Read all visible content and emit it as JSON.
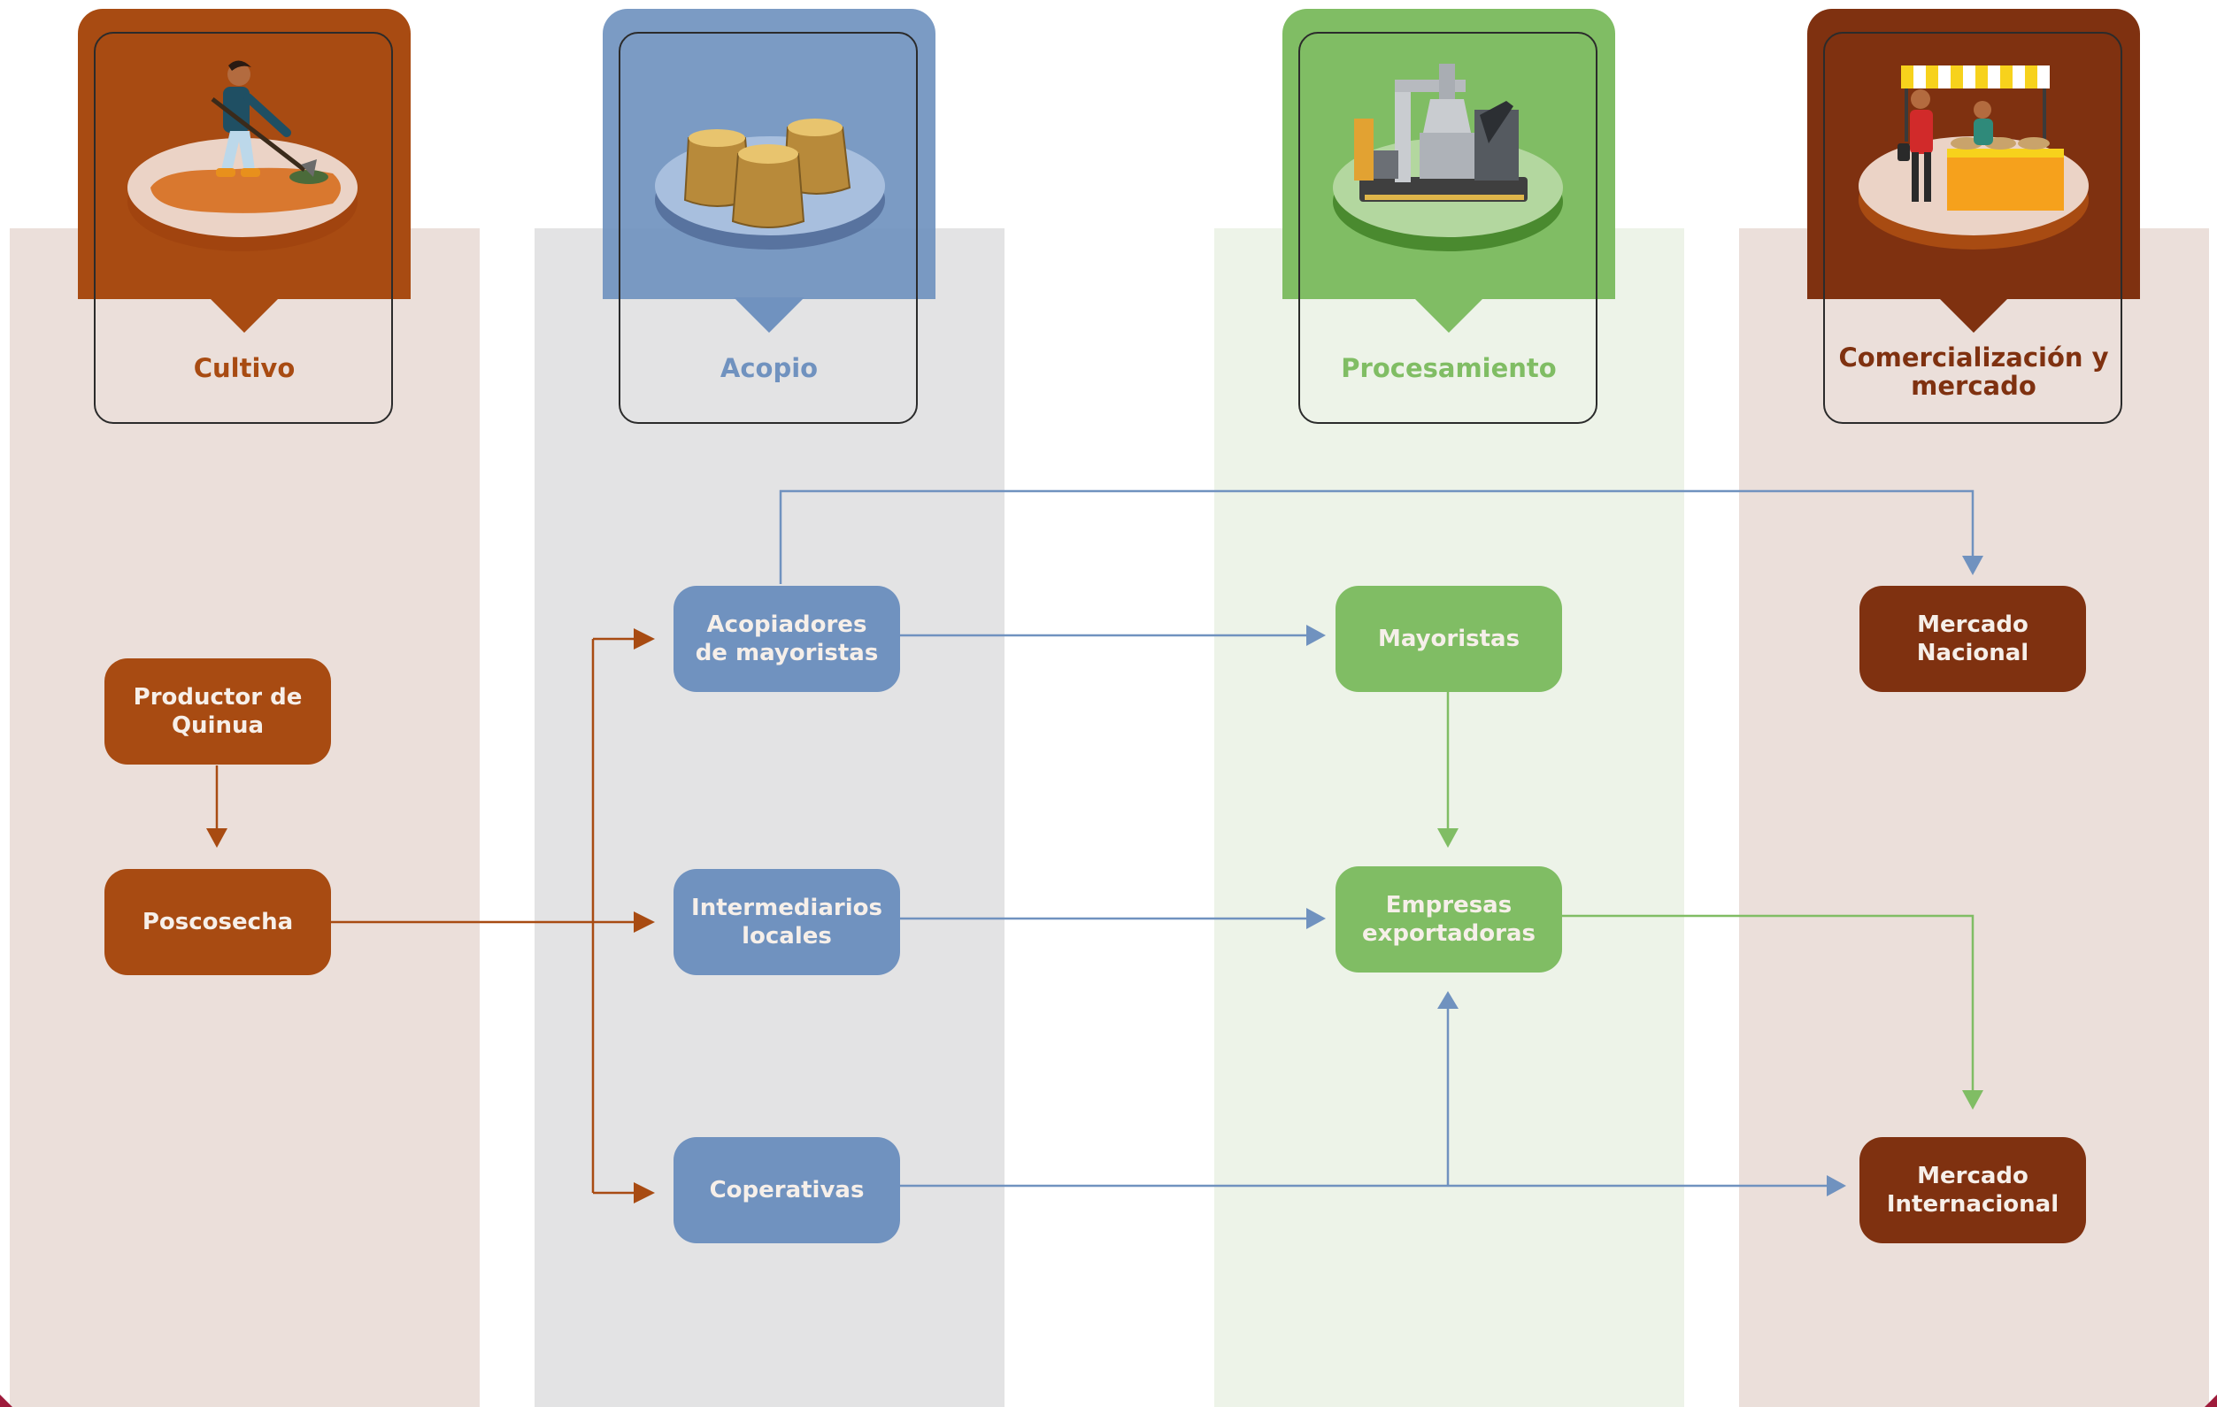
{
  "colors": {
    "cultivo": "#a84b12",
    "acopio": "#7092bf",
    "procesamiento": "#80bd64",
    "comercializacion": "#7f3110"
  },
  "stages": [
    {
      "id": "cultivo",
      "title": "Cultivo",
      "icon": "farmer-digging-icon"
    },
    {
      "id": "acopio",
      "title": "Acopio",
      "icon": "grain-sacks-icon"
    },
    {
      "id": "procesamiento",
      "title": "Procesamiento",
      "icon": "processing-machine-icon"
    },
    {
      "id": "comercializacion",
      "title": "Comercialización y mercado",
      "icon": "market-stall-icon"
    }
  ],
  "nodes": {
    "productor": [
      "Productor de",
      "Quinua"
    ],
    "poscosecha": [
      "Poscosecha"
    ],
    "acopiadores": [
      "Acopiadores",
      "de mayoristas"
    ],
    "intermediarios": [
      "Intermediarios",
      "locales"
    ],
    "coperativas": [
      "Coperativas"
    ],
    "mayoristas": [
      "Mayoristas"
    ],
    "empresas": [
      "Empresas",
      "exportadoras"
    ],
    "mercado_nacional": [
      "Mercado",
      "Nacional"
    ],
    "mercado_internacional": [
      "Mercado",
      "Internacional"
    ]
  }
}
